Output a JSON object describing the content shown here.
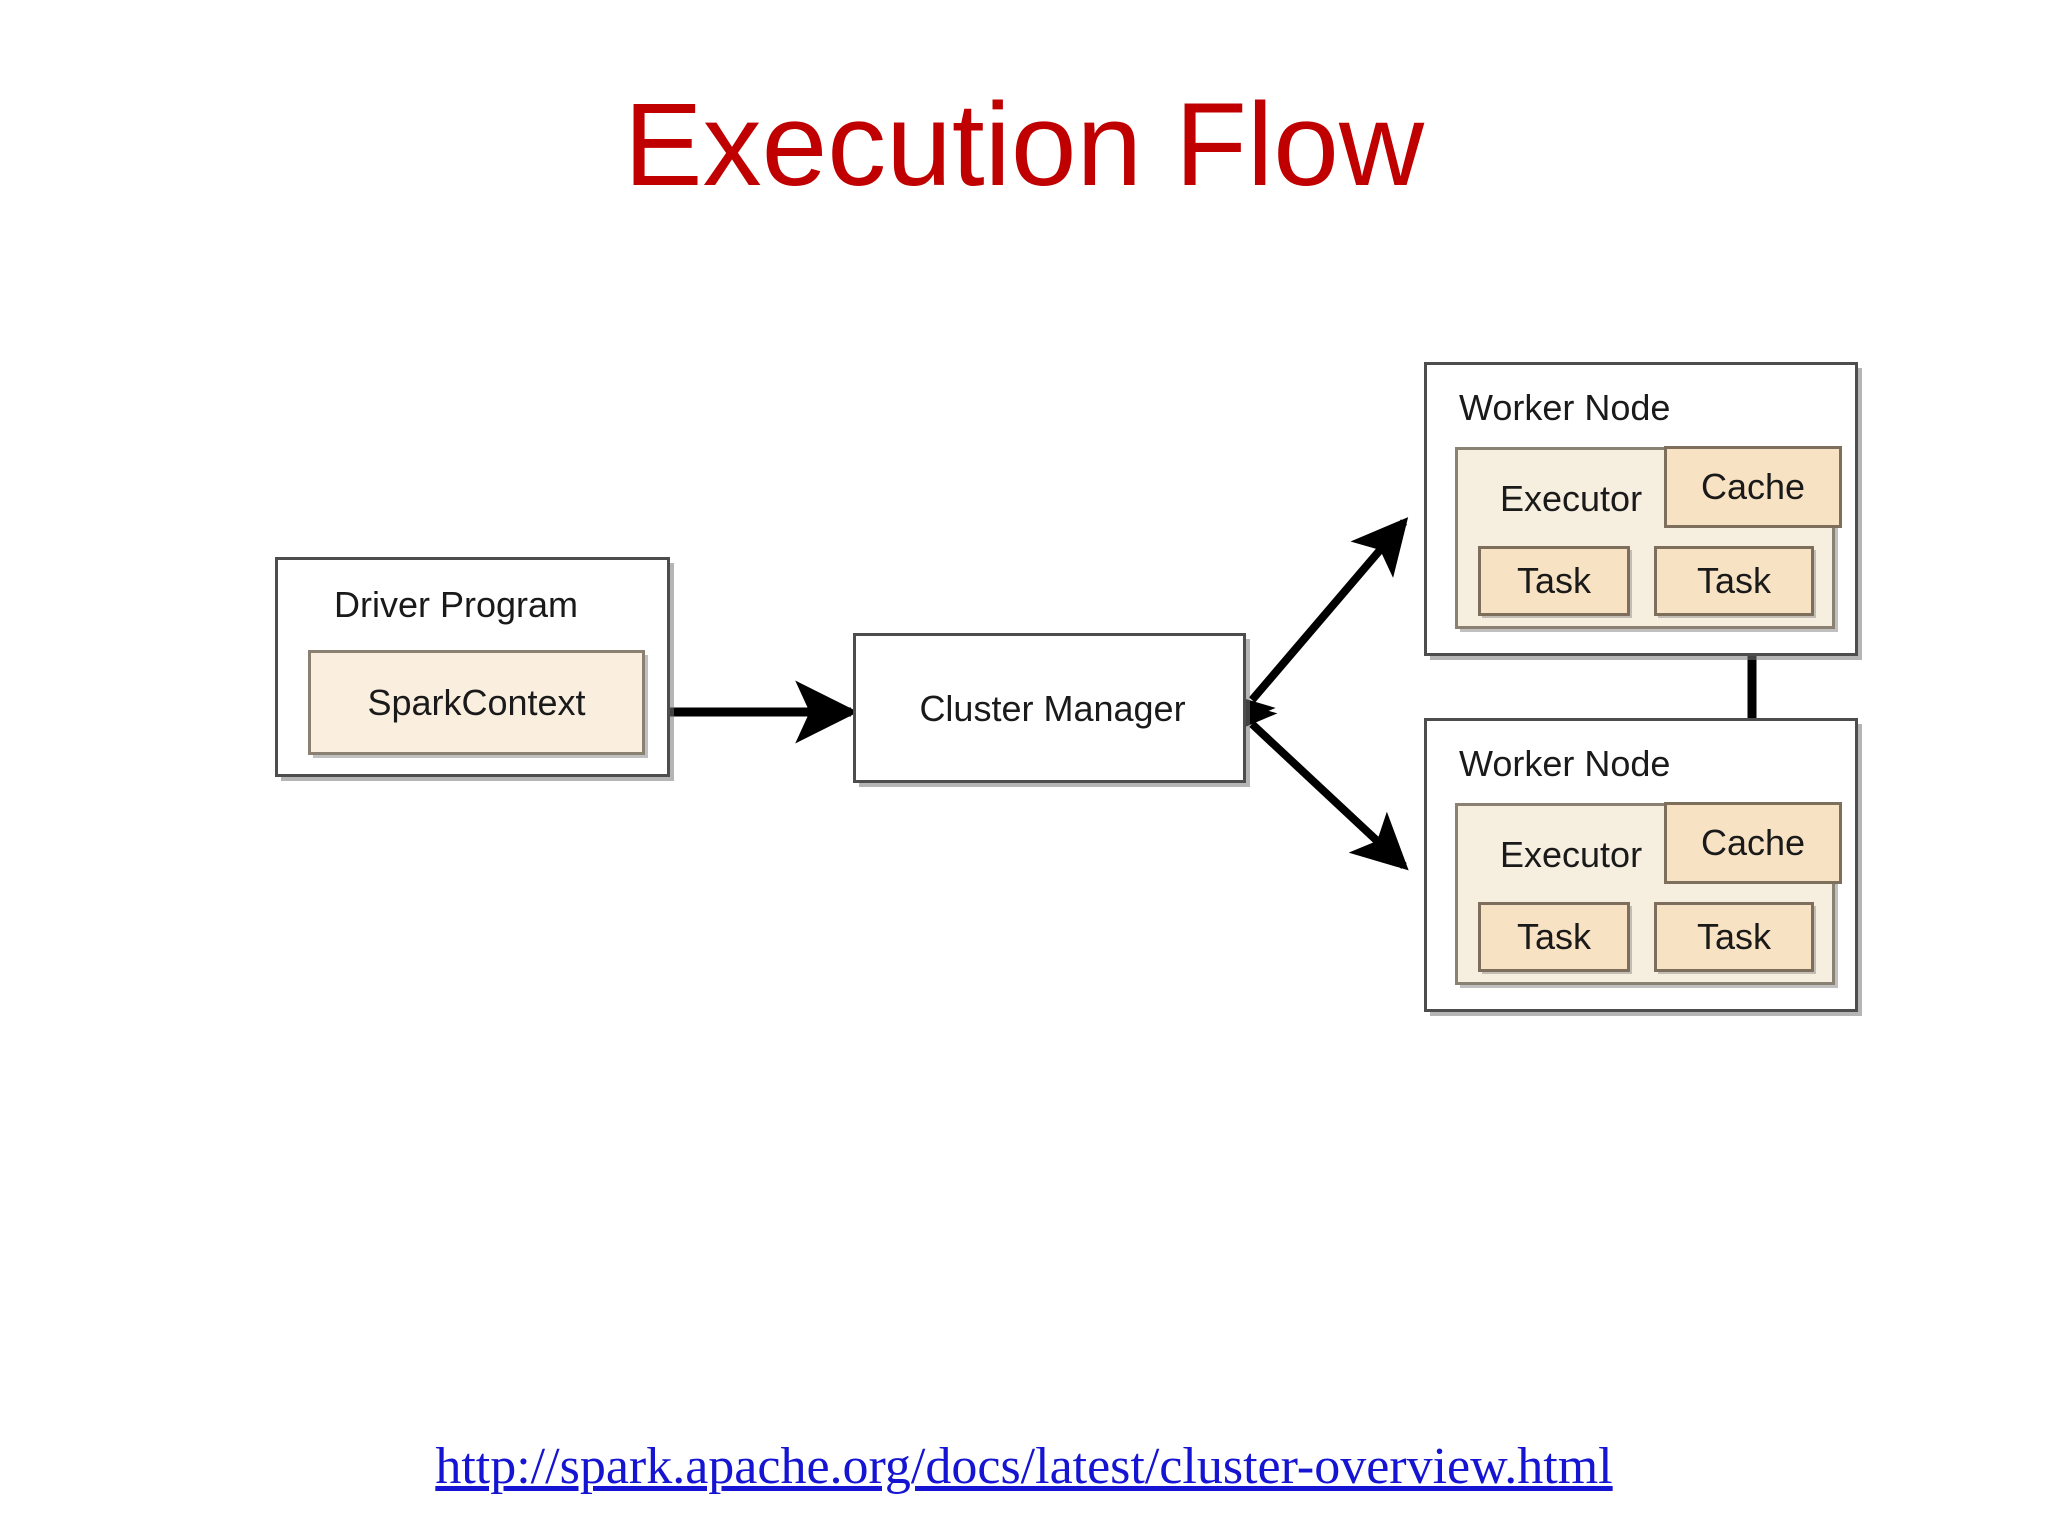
{
  "slide": {
    "title": "Execution Flow",
    "title_color": "#C00000",
    "background_color": "#FFFFFF"
  },
  "diagram": {
    "driver": {
      "title": "Driver Program",
      "spark_context_label": "SparkContext"
    },
    "cluster_manager": {
      "label": "Cluster Manager"
    },
    "workers": [
      {
        "title": "Worker Node",
        "executor_label": "Executor",
        "cache_label": "Cache",
        "tasks": [
          "Task",
          "Task"
        ]
      },
      {
        "title": "Worker Node",
        "executor_label": "Executor",
        "cache_label": "Cache",
        "tasks": [
          "Task",
          "Task"
        ]
      }
    ],
    "colors": {
      "box_border": "#4D4D4D",
      "box_fill": "#FFFFFF",
      "panel_fill": "#F6EEDF",
      "cache_fill": "#F8E2C4",
      "task_fill": "#F8E2C4",
      "arrow": "#000000"
    },
    "connections": [
      {
        "from": "SparkContext",
        "to": "Cluster Manager",
        "style": "double-headed-arrow",
        "orientation": "horizontal"
      },
      {
        "from": "Cluster Manager",
        "to": "Worker Node 1",
        "style": "double-headed-arrow",
        "orientation": "diagonal-up-right"
      },
      {
        "from": "Cluster Manager",
        "to": "Worker Node 2",
        "style": "double-headed-arrow",
        "orientation": "diagonal-down-right"
      },
      {
        "from": "Worker Node 1 Executor",
        "to": "Worker Node 2 Cache",
        "style": "double-headed-arrow",
        "orientation": "vertical"
      }
    ]
  },
  "footer": {
    "source_url": "http://spark.apache.org/docs/latest/cluster-overview.html",
    "link_color": "#1414D2"
  }
}
